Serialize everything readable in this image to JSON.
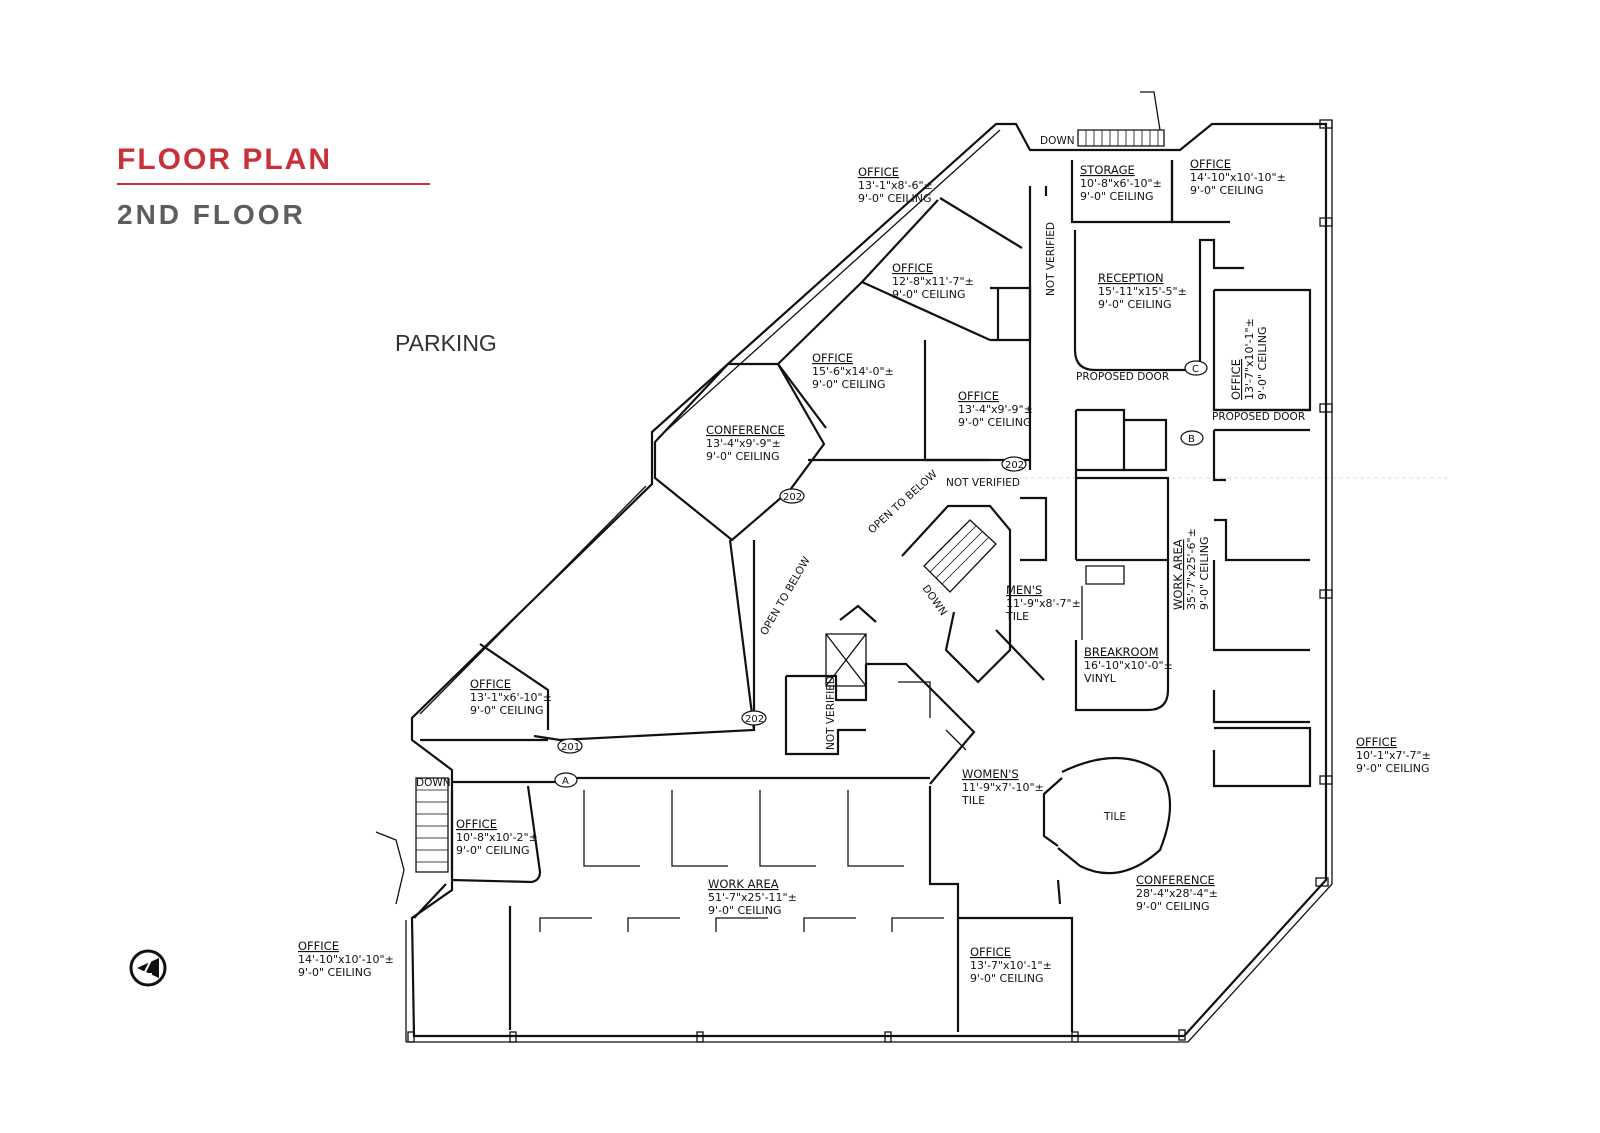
{
  "header": {
    "title": "FLOOR PLAN",
    "subtitle": "2ND FLOOR",
    "accent_color": "#c8313a",
    "subtitle_color": "#5d5d5f"
  },
  "site": {
    "parking_label": "PARKING",
    "compass_icon": "north-arrow-icon"
  },
  "rooms": [
    {
      "id": "office-1",
      "name": "OFFICE",
      "size": "13'-1\"x8'-6\"±",
      "ceiling": "9'-0\" CEILING"
    },
    {
      "id": "storage",
      "name": "STORAGE",
      "size": "10'-8\"x6'-10\"±",
      "ceiling": "9'-0\" CEILING"
    },
    {
      "id": "office-2",
      "name": "OFFICE",
      "size": "14'-10\"x10'-10\"±",
      "ceiling": "9'-0\" CEILING"
    },
    {
      "id": "office-3",
      "name": "OFFICE",
      "size": "12'-8\"x11'-7\"±",
      "ceiling": "9'-0\" CEILING"
    },
    {
      "id": "reception",
      "name": "RECEPTION",
      "size": "15'-11\"x15'-5\"±",
      "ceiling": "9'-0\" CEILING"
    },
    {
      "id": "office-4",
      "name": "OFFICE",
      "size": "15'-6\"x14'-0\"±",
      "ceiling": "9'-0\" CEILING"
    },
    {
      "id": "office-5",
      "name": "OFFICE",
      "size": "13'-4\"x9'-9\"±",
      "ceiling": "9'-0\" CEILING"
    },
    {
      "id": "office-6",
      "name": "OFFICE",
      "size": "13'-7\"x10'-1\"±",
      "ceiling": "9'-0\" CEILING"
    },
    {
      "id": "conference-1",
      "name": "CONFERENCE",
      "size": "13'-4\"x9'-9\"±",
      "ceiling": "9'-0\" CEILING"
    },
    {
      "id": "work-area-1",
      "name": "WORK AREA",
      "size": "35'-7\"x25'-6\"±",
      "ceiling": "9'-0\" CEILING"
    },
    {
      "id": "mens",
      "name": "MEN'S",
      "size": "11'-9\"x8'-7\"±",
      "ceiling": "TILE"
    },
    {
      "id": "breakroom",
      "name": "BREAKROOM",
      "size": "16'-10\"x10'-0\"±",
      "ceiling": "VINYL"
    },
    {
      "id": "office-7",
      "name": "OFFICE",
      "size": "13'-1\"x6'-10\"±",
      "ceiling": "9'-0\" CEILING"
    },
    {
      "id": "office-8",
      "name": "OFFICE",
      "size": "10'-1\"x7'-7\"±",
      "ceiling": "9'-0\" CEILING"
    },
    {
      "id": "womens",
      "name": "WOMEN'S",
      "size": "11'-9\"x7'-10\"±",
      "ceiling": "TILE"
    },
    {
      "id": "office-9",
      "name": "OFFICE",
      "size": "10'-8\"x10'-2\"±",
      "ceiling": "9'-0\" CEILING"
    },
    {
      "id": "work-area-2",
      "name": "WORK AREA",
      "size": "51'-7\"x25'-11\"±",
      "ceiling": "9'-0\" CEILING"
    },
    {
      "id": "conference-2",
      "name": "CONFERENCE",
      "size": "28'-4\"x28'-4\"±",
      "ceiling": "9'-0\" CEILING"
    },
    {
      "id": "office-10",
      "name": "OFFICE",
      "size": "14'-10\"x10'-10\"±",
      "ceiling": "9'-0\" CEILING"
    },
    {
      "id": "office-11",
      "name": "OFFICE",
      "size": "13'-7\"x10'-1\"±",
      "ceiling": "9'-0\" CEILING"
    }
  ],
  "annotations": {
    "down": "DOWN",
    "not_verified": "NOT VERIFIED",
    "proposed_door": "PROPOSED DOOR",
    "open_to_below": "OPEN TO BELOW",
    "tile": "TILE"
  },
  "tags": {
    "door_a": "A",
    "door_b": "B",
    "door_c": "C",
    "room_201": "201",
    "room_202": "202"
  }
}
